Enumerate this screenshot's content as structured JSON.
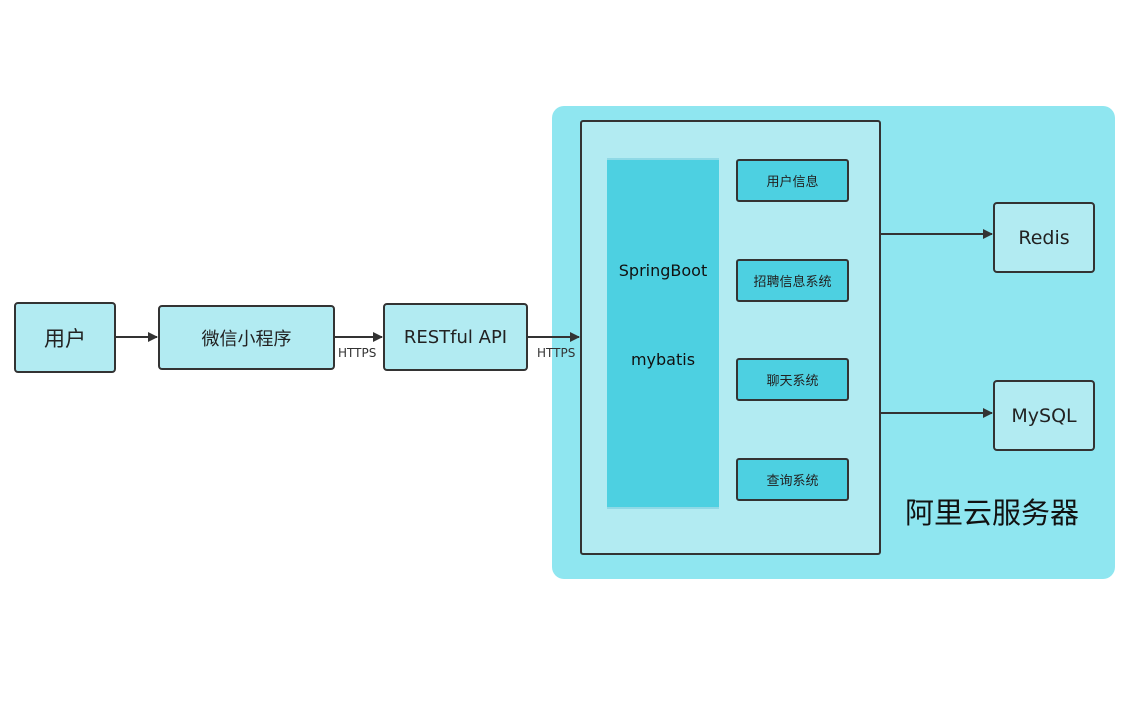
{
  "nodes": {
    "user": "用户",
    "miniprogram": "微信小程序",
    "restful_api": "RESTful API",
    "redis": "Redis",
    "mysql": "MySQL"
  },
  "edges": {
    "mini_to_api": "HTTPS",
    "api_to_server": "HTTPS"
  },
  "server": {
    "region_label": "阿里云服务器",
    "frameworks": [
      "SpringBoot",
      "mybatis"
    ],
    "modules": [
      "用户信息",
      "招聘信息系统",
      "聊天系统",
      "查询系统"
    ]
  },
  "colors": {
    "node_fill": "#b2ebf2",
    "region_fill": "#8fe6f0",
    "accent_fill": "#4dd0e1",
    "stroke": "#333333"
  }
}
